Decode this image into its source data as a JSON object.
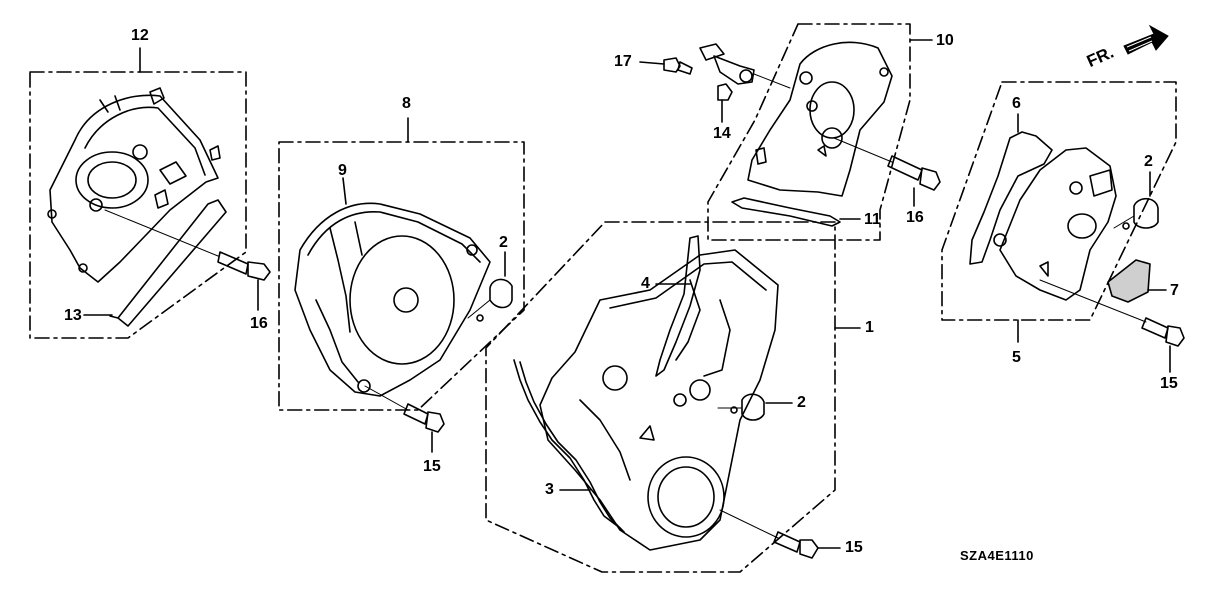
{
  "callouts": {
    "c1": "1",
    "c2a": "2",
    "c2b": "2",
    "c2c": "2",
    "c3": "3",
    "c4": "4",
    "c5": "5",
    "c6": "6",
    "c7": "7",
    "c8": "8",
    "c9": "9",
    "c10": "10",
    "c11": "11",
    "c12": "12",
    "c13": "13",
    "c14": "14",
    "c15a": "15",
    "c15b": "15",
    "c15c": "15",
    "c16a": "16",
    "c16b": "16",
    "c17": "17"
  },
  "direction_label": "FR.",
  "diagram_ref": "SZA4E1110",
  "icons": {
    "direction": "front-direction-arrow-icon"
  }
}
